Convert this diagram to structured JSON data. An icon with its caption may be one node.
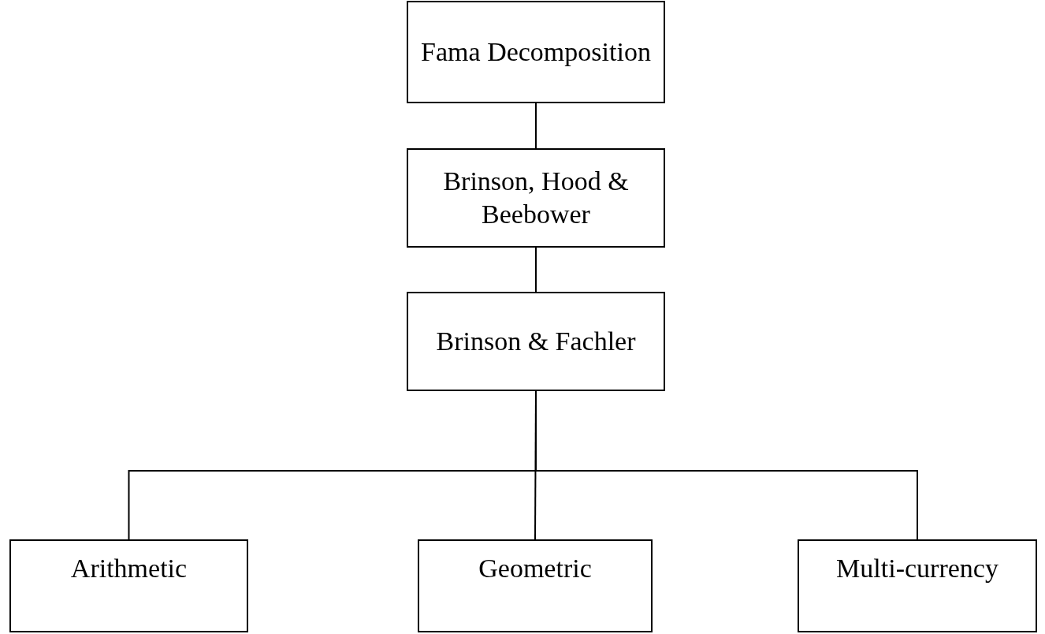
{
  "diagram": {
    "nodes": [
      {
        "text": [
          "Fama Decomposition"
        ]
      },
      {
        "text": [
          "Brinson, Hood & Beebower"
        ]
      },
      {
        "text": [
          "Brinson & Fachler"
        ]
      },
      {
        "text": [
          "Arithmetic"
        ]
      },
      {
        "text": [
          "Geometric"
        ]
      },
      {
        "text": [
          "Multi-currency"
        ]
      }
    ],
    "edges": [
      {
        "from": 0,
        "to": 1,
        "arrow": "none"
      },
      {
        "from": 1,
        "to": 2,
        "arrow": "none"
      },
      {
        "from": 2,
        "to": 3,
        "arrow": "none"
      },
      {
        "from": 2,
        "to": 4,
        "arrow": "none"
      },
      {
        "from": 2,
        "to": 5,
        "arrow": "none"
      }
    ]
  }
}
